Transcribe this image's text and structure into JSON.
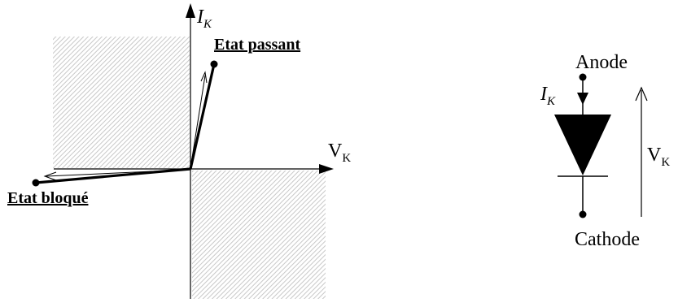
{
  "characteristic": {
    "axis_y_label": "I",
    "axis_y_subscript": "K",
    "axis_x_label": "V",
    "axis_x_subscript": "K",
    "state_on_label": "Etat passant",
    "state_off_label": "Etat bloqué",
    "forbidden_region_pattern": "diagonal-hatch",
    "hatch_color": "#c8c8c8"
  },
  "diode": {
    "anode_label": "Anode",
    "cathode_label": "Cathode",
    "current_label": "I",
    "current_subscript": "K",
    "voltage_label": "V",
    "voltage_subscript": "K",
    "symbol_color": "#000000"
  }
}
